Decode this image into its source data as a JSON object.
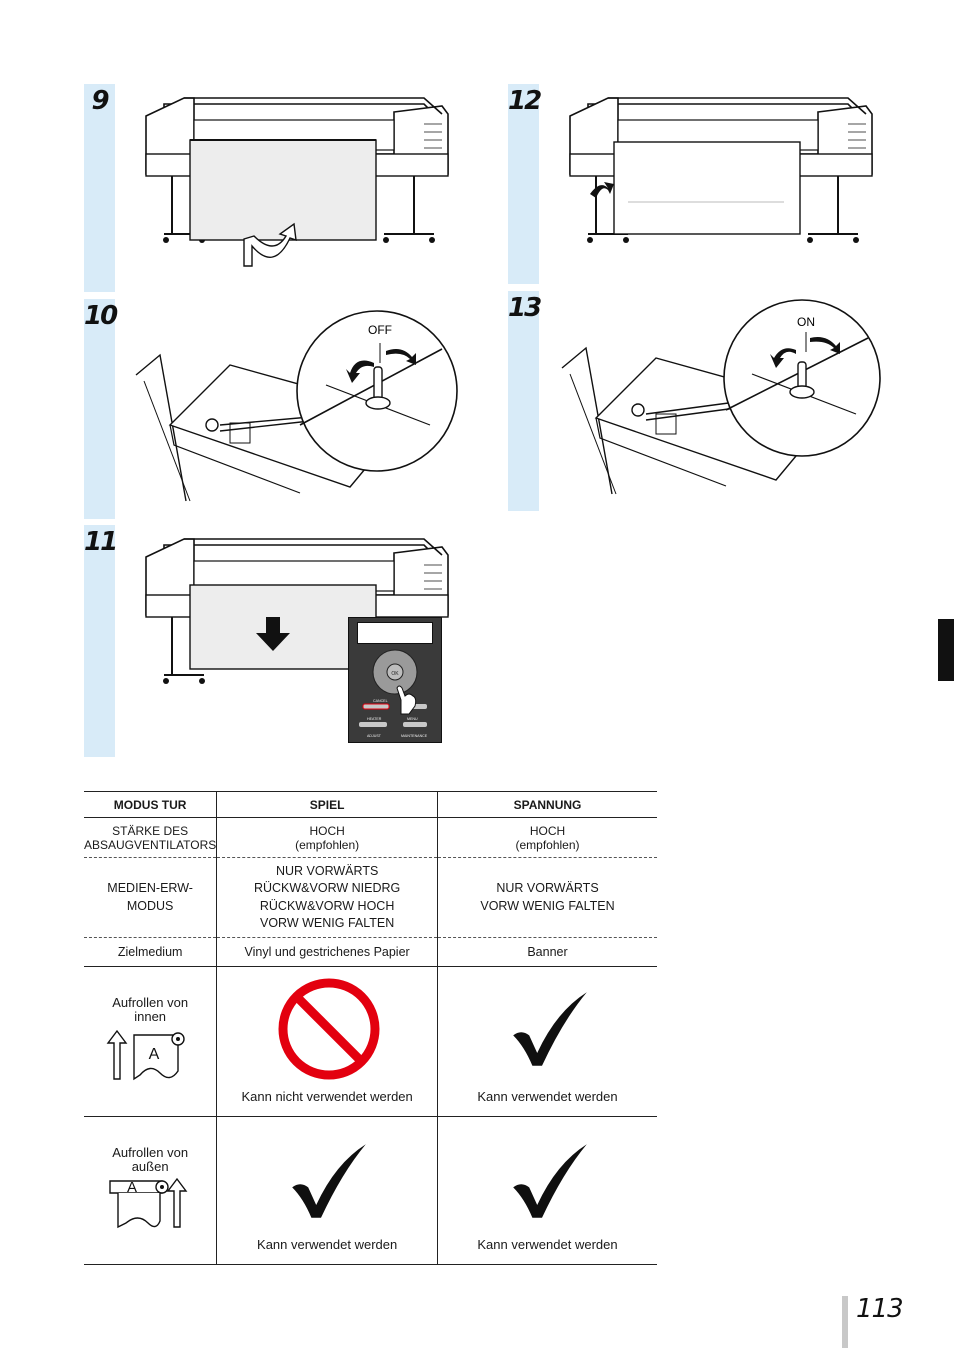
{
  "steps": [
    {
      "number": "9"
    },
    {
      "number": "10",
      "switch_label": "OFF"
    },
    {
      "number": "11"
    },
    {
      "number": "12"
    },
    {
      "number": "13",
      "switch_label": "ON"
    }
  ],
  "panel": {
    "ok": "OK",
    "cancel": "CANCEL",
    "heater": "HEATER",
    "menu": "MENU",
    "adjust": "ADJUST",
    "maintenance": "MAINTENANCE"
  },
  "table": {
    "headers": [
      "MODUS TUR",
      "SPIEL",
      "SPANNUNG"
    ],
    "rows": [
      {
        "label": [
          "STÄRKE DES",
          "ABSAUGVENTILATORS"
        ],
        "spiel": [
          "HOCH",
          "(empfohlen)"
        ],
        "spannung": [
          "HOCH",
          "(empfohlen)"
        ]
      },
      {
        "label": [
          "MEDIEN-ERW-",
          "MODUS"
        ],
        "spiel": [
          "NUR VORWÄRTS",
          "RÜCKW&VORW NIEDRG",
          "RÜCKW&VORW HOCH",
          "VORW WENIG FALTEN"
        ],
        "spannung": [
          "NUR VORWÄRTS",
          "VORW WENIG FALTEN"
        ]
      },
      {
        "label": [
          "Zielmedium"
        ],
        "spiel": [
          "Vinyl und gestrichenes Papier"
        ],
        "spannung": [
          "Banner"
        ]
      }
    ],
    "inner": {
      "label": [
        "Aufrollen von",
        "innen"
      ],
      "spiel": "Kann nicht verwendet werden",
      "spannung": "Kann verwendet werden",
      "letter": "A"
    },
    "outer": {
      "label": [
        "Aufrollen von",
        "außen"
      ],
      "spiel": "Kann verwendet werden",
      "spannung": "Kann verwendet werden",
      "letter": "A"
    }
  },
  "colors": {
    "step_bar": "#d8ebf8",
    "prohibit": "#e3000f",
    "tab": "#111111"
  },
  "page_number": "113"
}
